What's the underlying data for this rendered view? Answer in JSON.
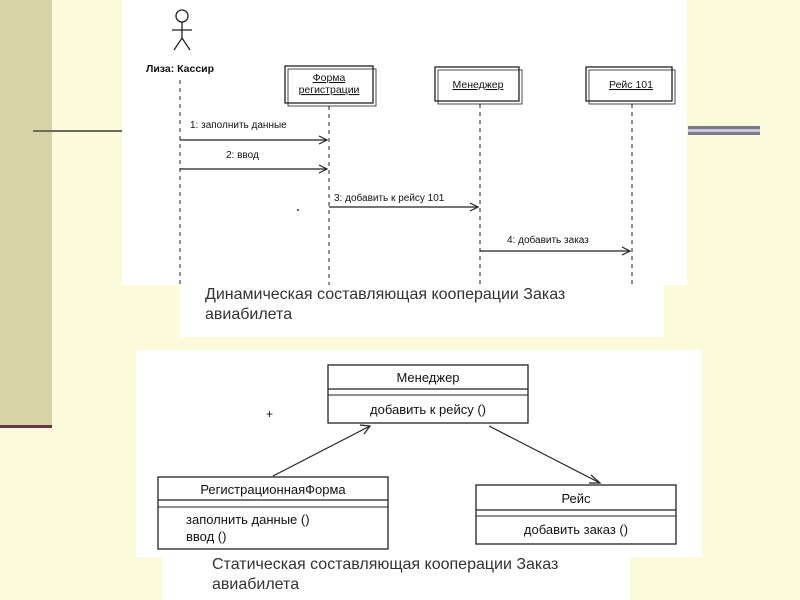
{
  "sequence": {
    "actor_label": "Лиза: Кассир",
    "objects": [
      "Форма\nрегистрации",
      "Менеджер",
      "Рейс 101"
    ],
    "messages": [
      "1: заполнить данные",
      "2: ввод",
      "3: добавить к рейсу 101",
      "4: добавить заказ"
    ],
    "caption": "Динамическая составляющая кооперации Заказ\nавиабилета"
  },
  "classes": {
    "manager": {
      "name": "Менеджер",
      "ops": [
        "добавить к рейсу ()"
      ]
    },
    "form": {
      "name": "РегистрационнаяФорма",
      "ops": [
        "заполнить данные ()",
        "ввод ()"
      ]
    },
    "flight": {
      "name": "Рейс",
      "ops": [
        "добавить заказ ()"
      ]
    },
    "caption": "Статическая составляющая кооперации Заказ\nавиабилета"
  }
}
